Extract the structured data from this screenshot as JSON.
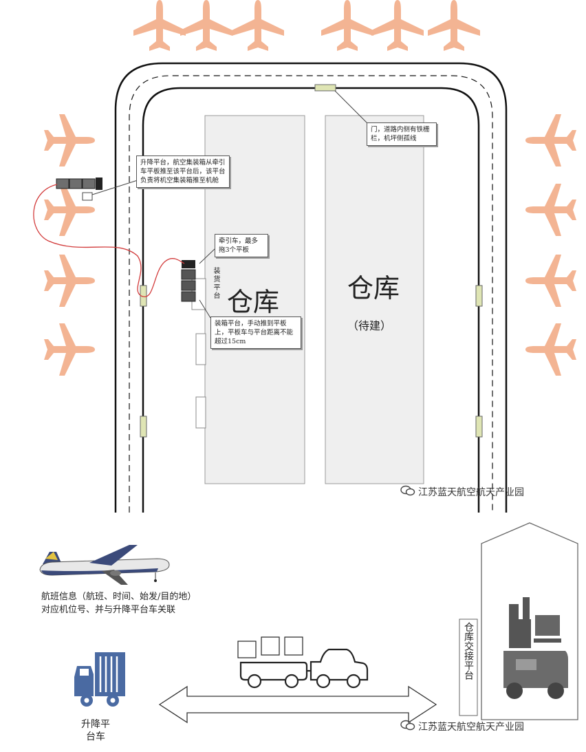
{
  "warehouses": {
    "left_label": "仓库",
    "right_label": "仓库",
    "right_sub": "（待建）"
  },
  "callouts": {
    "gate": "门，道路内侧有铁栅栏，机坪侧孤线",
    "lift": "升降平台，航空集装箱从牵引车平板推至该平台后，该平台负责将机空集装箱推至机舱",
    "tractor": "牵引车，最多拖3个平板",
    "loading": "装箱平台，手动推到平板上，平板车与平台距离不能超过15cm"
  },
  "loading_platform_label": "装货平台",
  "flight_info": {
    "line1": "航班信息（航班、时间、始发/目的地）",
    "line2": "对应机位号、并与升降平台车关联"
  },
  "handover_label": "仓库交接平台",
  "lift_truck_label_line1": "升降平",
  "lift_truck_label_line2": "台车",
  "watermark": "江苏蓝天航空航天产业园",
  "colors": {
    "plane": "#f3b493",
    "warehouse_fill": "#efefef",
    "truck_blue": "#4a6aa2",
    "cable_red": "#d23a3a"
  }
}
